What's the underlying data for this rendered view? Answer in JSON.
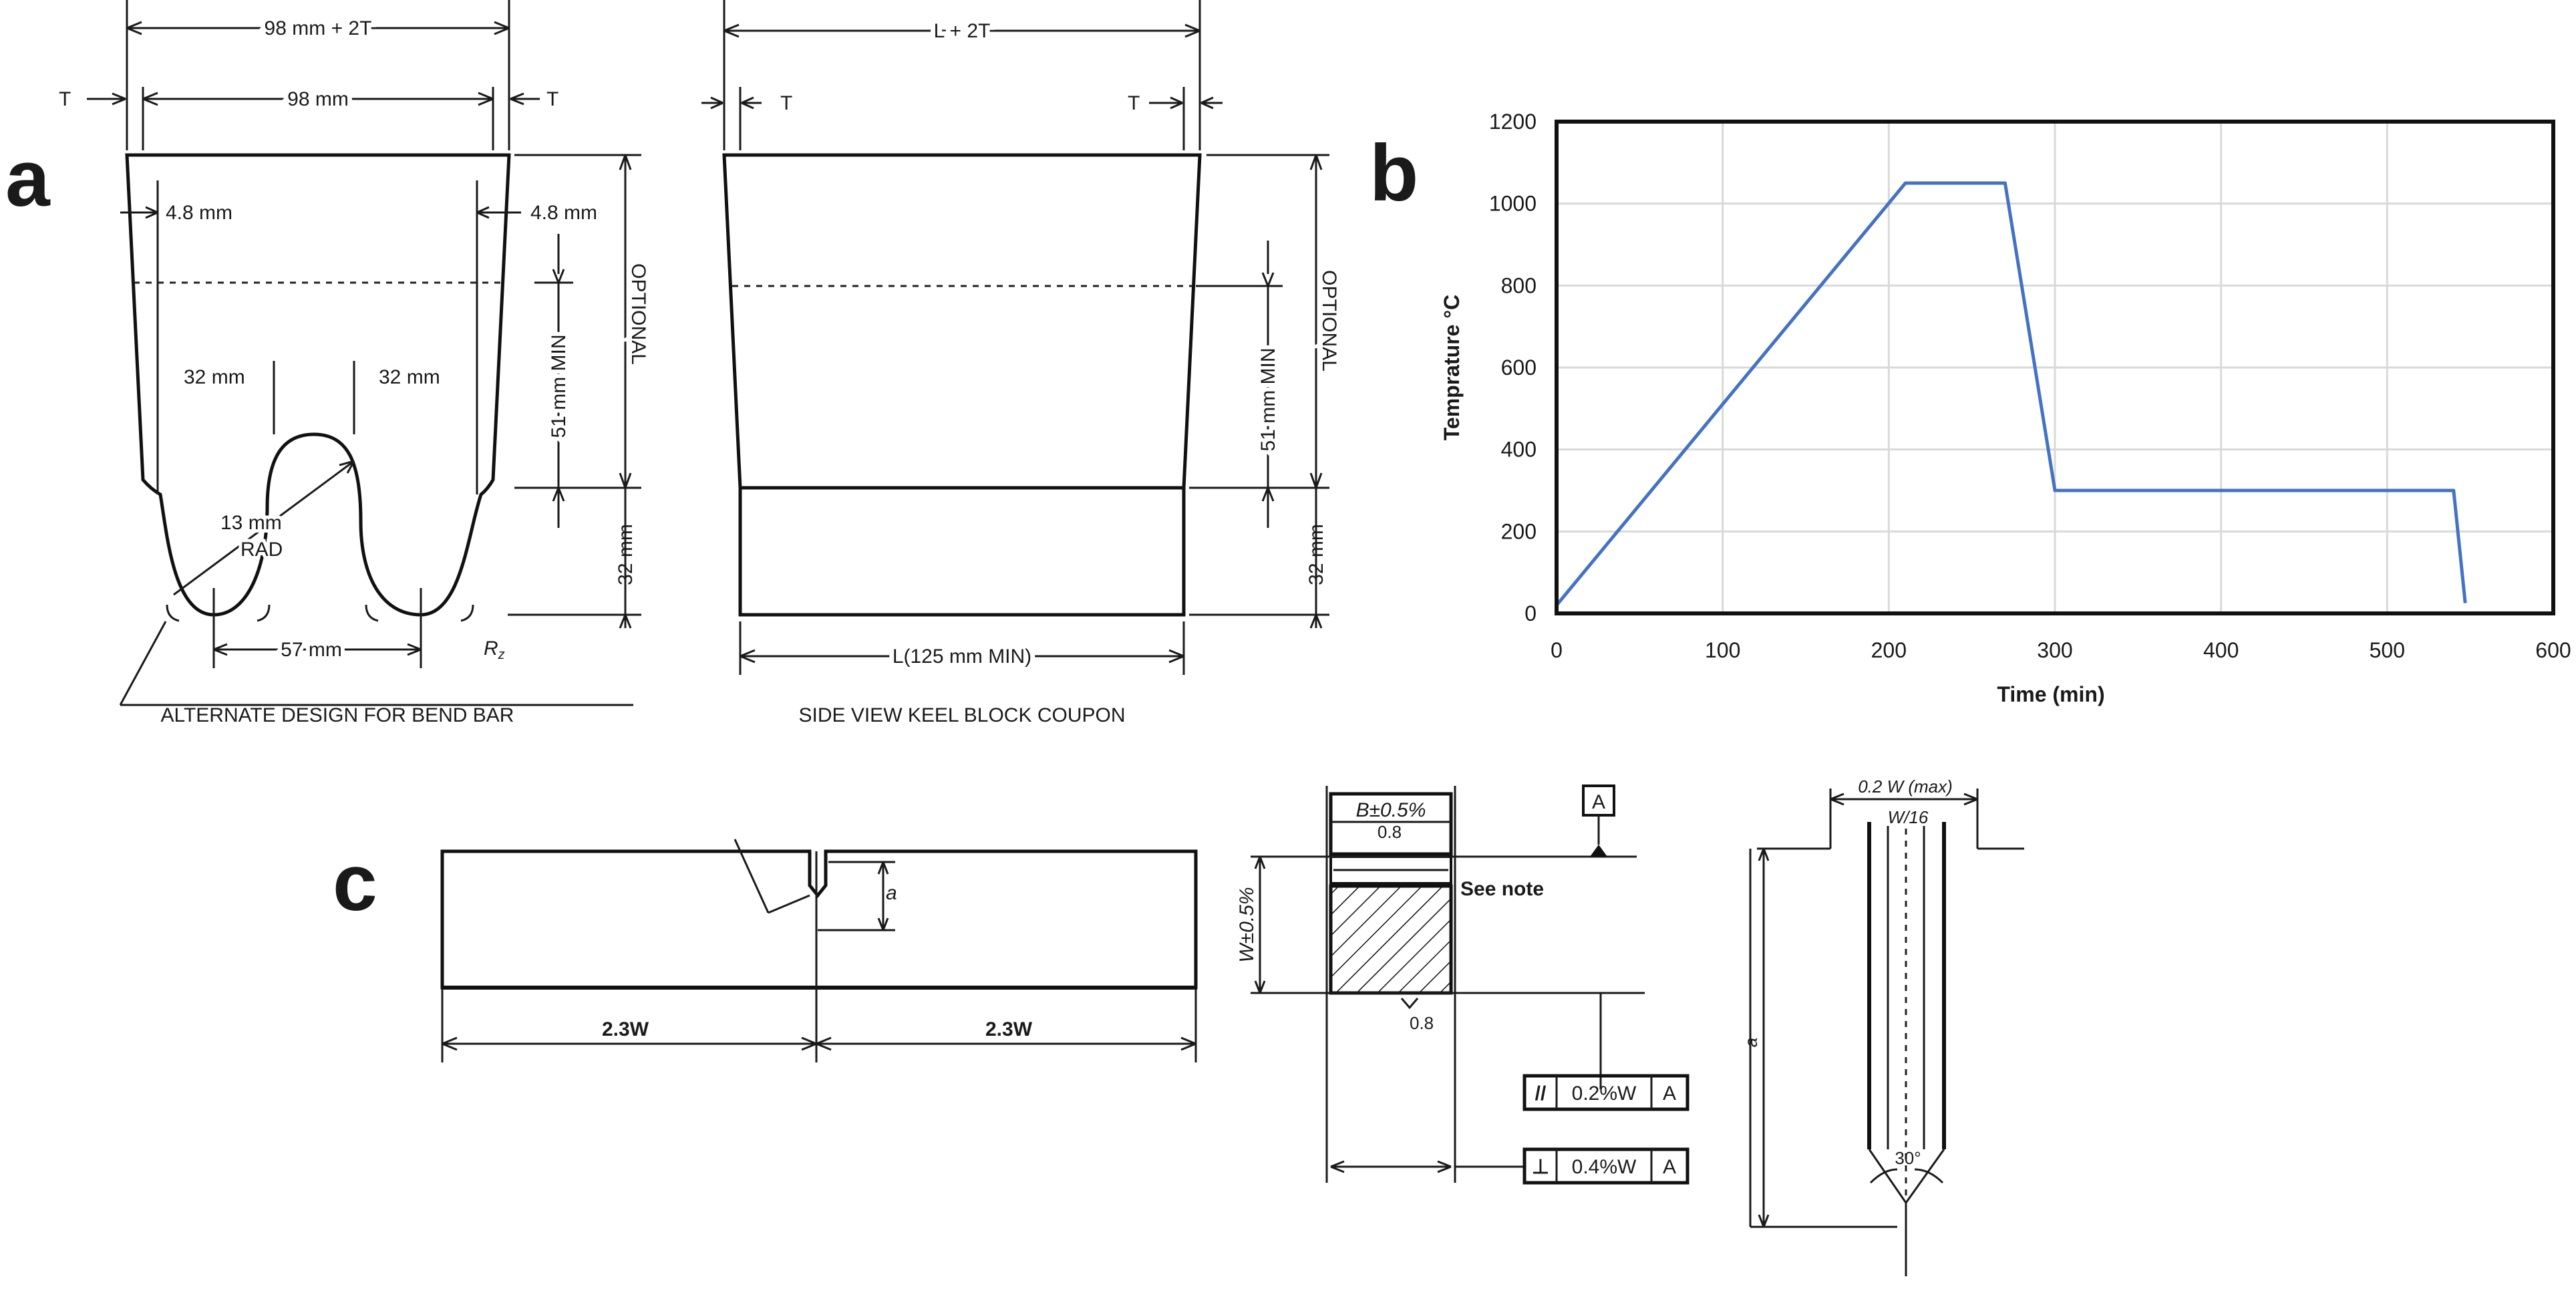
{
  "panels": {
    "a": {
      "letter": "a",
      "front": {
        "overall_width": "98 mm + 2T",
        "inner_width": "98 mm",
        "t_left": "T",
        "t_right": "T",
        "offset_left": "4.8 mm",
        "offset_right": "4.8 mm",
        "gap_left": "32 mm",
        "gap_right": "32 mm",
        "radius_value": "13 mm",
        "radius_unit": "RAD",
        "height_upper": "51 mm MIN",
        "optional": "OPTIONAL",
        "height_lower": "32 mm",
        "leg_spacing": "57 mm",
        "corner_radius": "R",
        "corner_radius_sub": "z",
        "caption": "ALTERNATE DESIGN FOR BEND BAR"
      },
      "side": {
        "overall_width": "L + 2T",
        "t_left": "T",
        "t_right": "T",
        "height_upper": "51 mm MIN",
        "optional": "OPTIONAL",
        "height_lower": "32 mm",
        "length": "L(125 mm MIN)",
        "caption": "SIDE VIEW KEEL BLOCK COUPON"
      }
    },
    "b": {
      "letter": "b"
    },
    "c": {
      "letter": "c",
      "bar": {
        "left_span": "2.3W",
        "right_span": "2.3W",
        "crack": "a"
      },
      "section": {
        "width_tol": "B±0.5%",
        "height_tol": "W±0.5%",
        "roughness_top": "0.8",
        "roughness_bottom": "0.8",
        "datum": "A",
        "note": "See note",
        "parallelism_symbol": "//",
        "parallelism_value": "0.2%W",
        "parallelism_datum": "A",
        "perpendicular_symbol": "⊥",
        "perpendicular_value": "0.4%W",
        "perpendicular_datum": "A"
      },
      "notch": {
        "width": "0.2 W (max)",
        "slot": "W/16",
        "depth": "a",
        "angle": "30°"
      }
    }
  },
  "chart_data": {
    "type": "line",
    "title": "",
    "xlabel": "Time (min)",
    "ylabel": "Temprature °C",
    "xlim": [
      0,
      600
    ],
    "ylim": [
      0,
      1200
    ],
    "xticks": [
      0,
      100,
      200,
      300,
      400,
      500,
      600
    ],
    "yticks": [
      0,
      200,
      400,
      600,
      800,
      1000,
      1200
    ],
    "grid": true,
    "series": [
      {
        "color": "#4472c4",
        "x": [
          0,
          210,
          270,
          300,
          540,
          547
        ],
        "y": [
          20,
          1050,
          1050,
          300,
          300,
          25
        ]
      }
    ]
  }
}
